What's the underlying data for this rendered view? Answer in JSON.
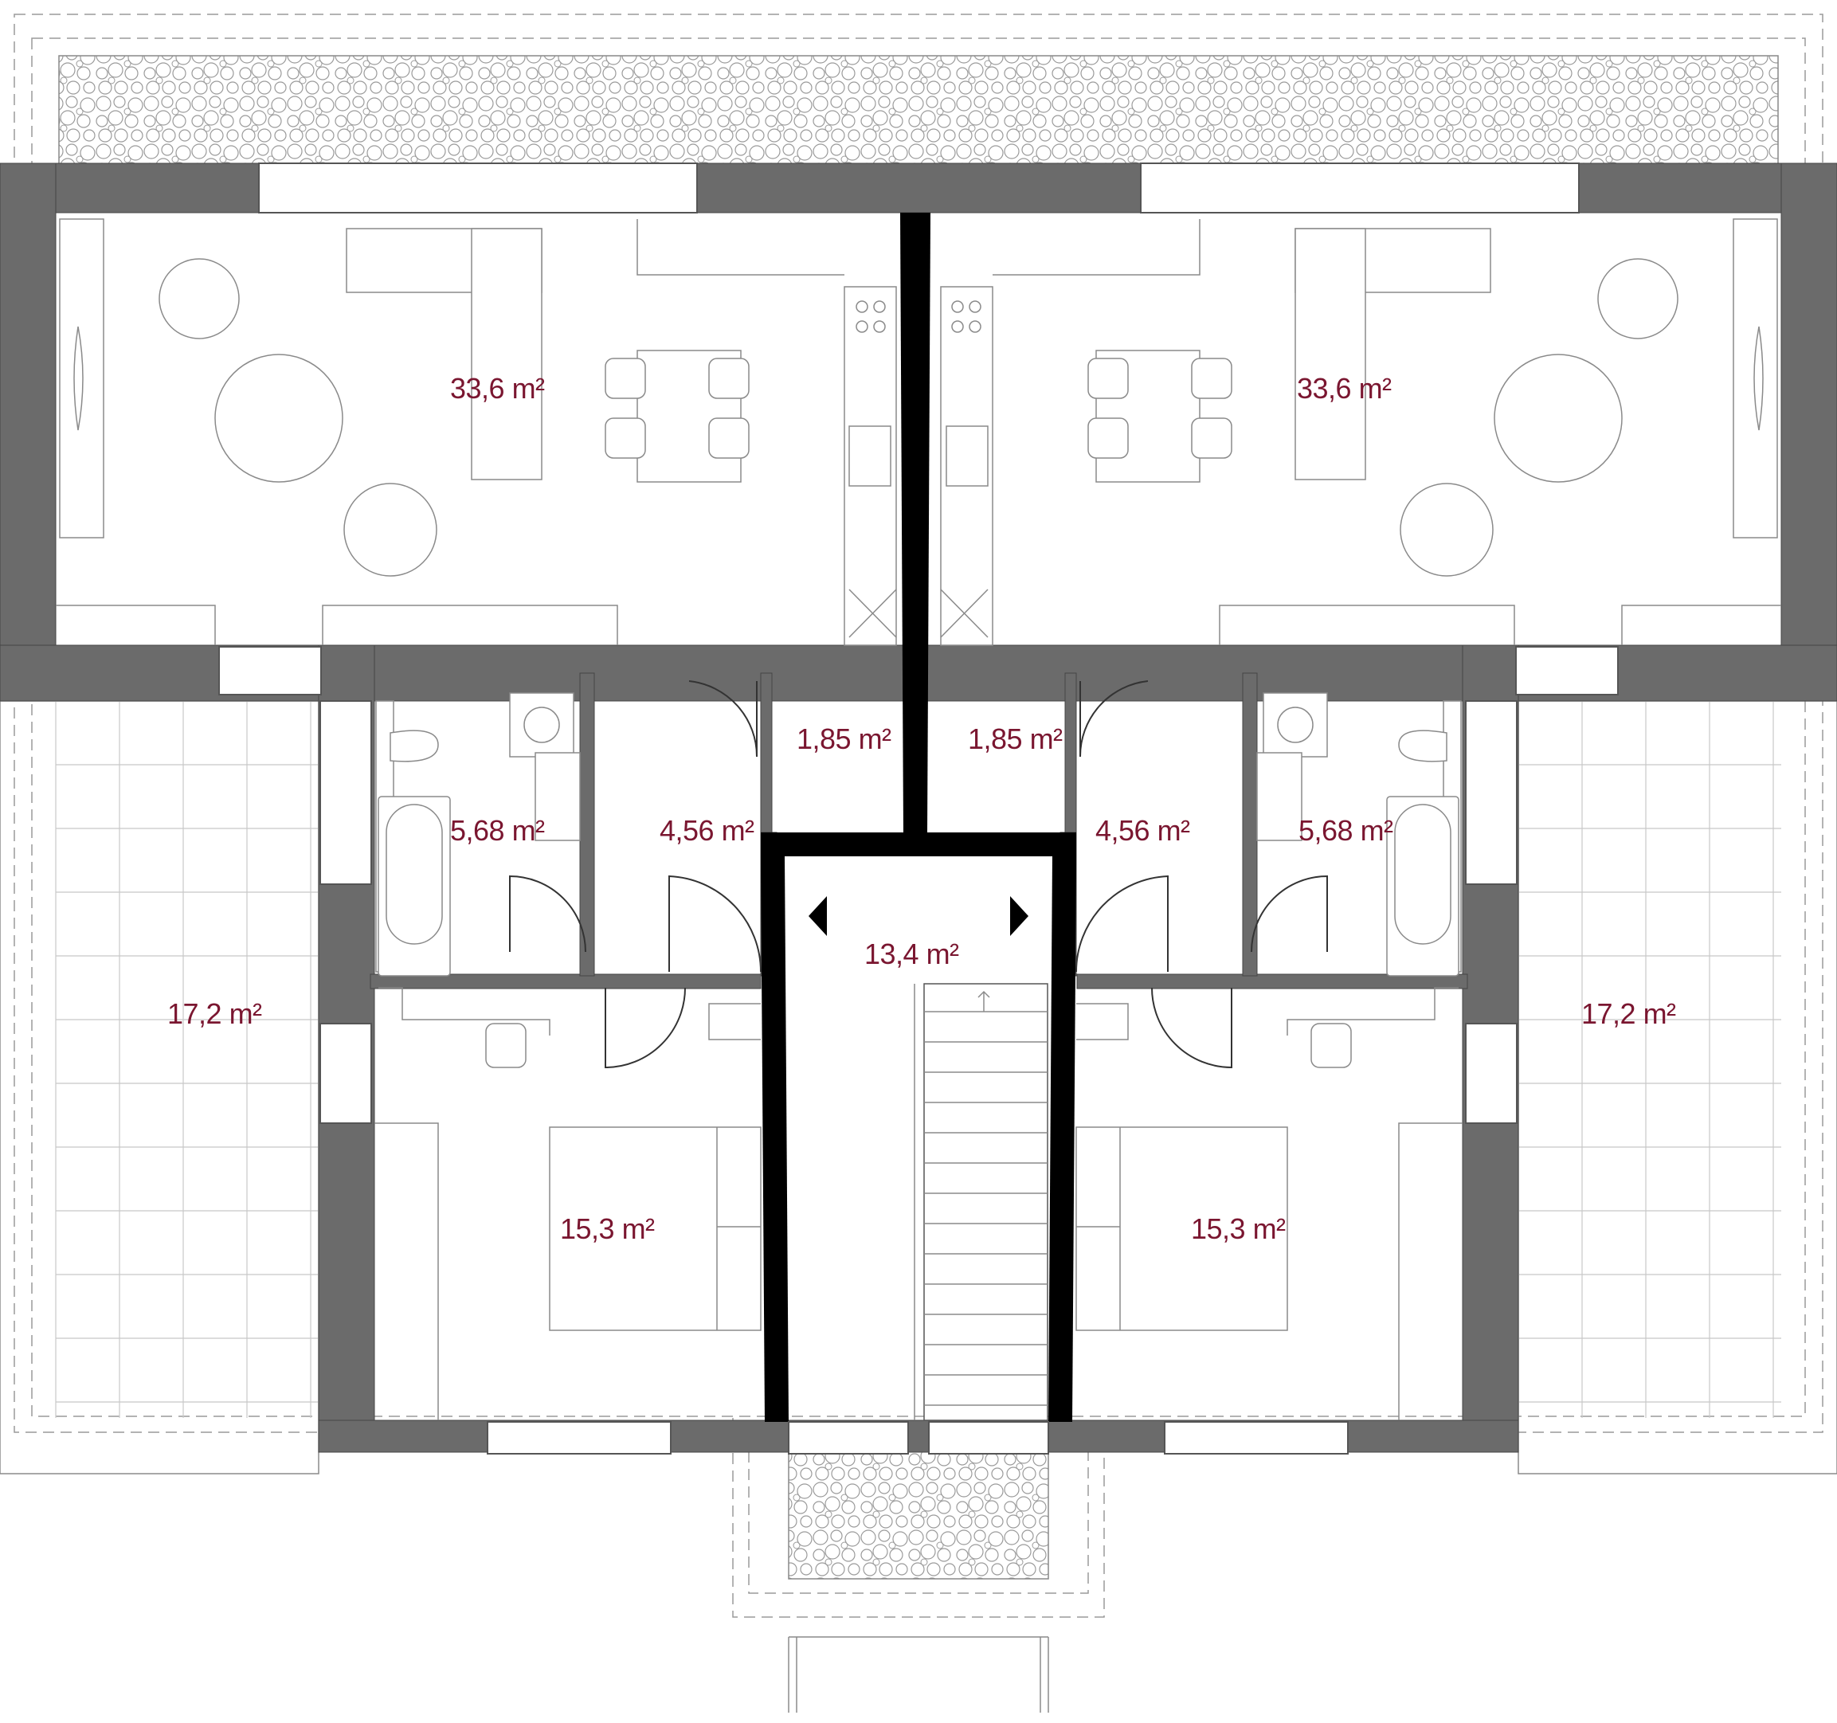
{
  "floor_plan": {
    "rooms": [
      {
        "id": "living-left",
        "area": "33,6 m²"
      },
      {
        "id": "living-right",
        "area": "33,6 m²"
      },
      {
        "id": "terrace-left",
        "area": "17,2 m²"
      },
      {
        "id": "terrace-right",
        "area": "17,2 m²"
      },
      {
        "id": "bathroom-left",
        "area": "5,68 m²"
      },
      {
        "id": "bathroom-right",
        "area": "5,68 m²"
      },
      {
        "id": "hall-left",
        "area": "4,56 m²"
      },
      {
        "id": "hall-right",
        "area": "4,56 m²"
      },
      {
        "id": "wc-left",
        "area": "1,85 m²"
      },
      {
        "id": "wc-right",
        "area": "1,85 m²"
      },
      {
        "id": "staircase",
        "area": "13,4 m²"
      },
      {
        "id": "bedroom-left",
        "area": "15,3 m²"
      },
      {
        "id": "bedroom-right",
        "area": "15,3 m²"
      }
    ]
  },
  "colors": {
    "label": "#7a1630",
    "wall": "#6b6b6b",
    "party_wall": "#000000",
    "lines": "#8a8a8a"
  }
}
